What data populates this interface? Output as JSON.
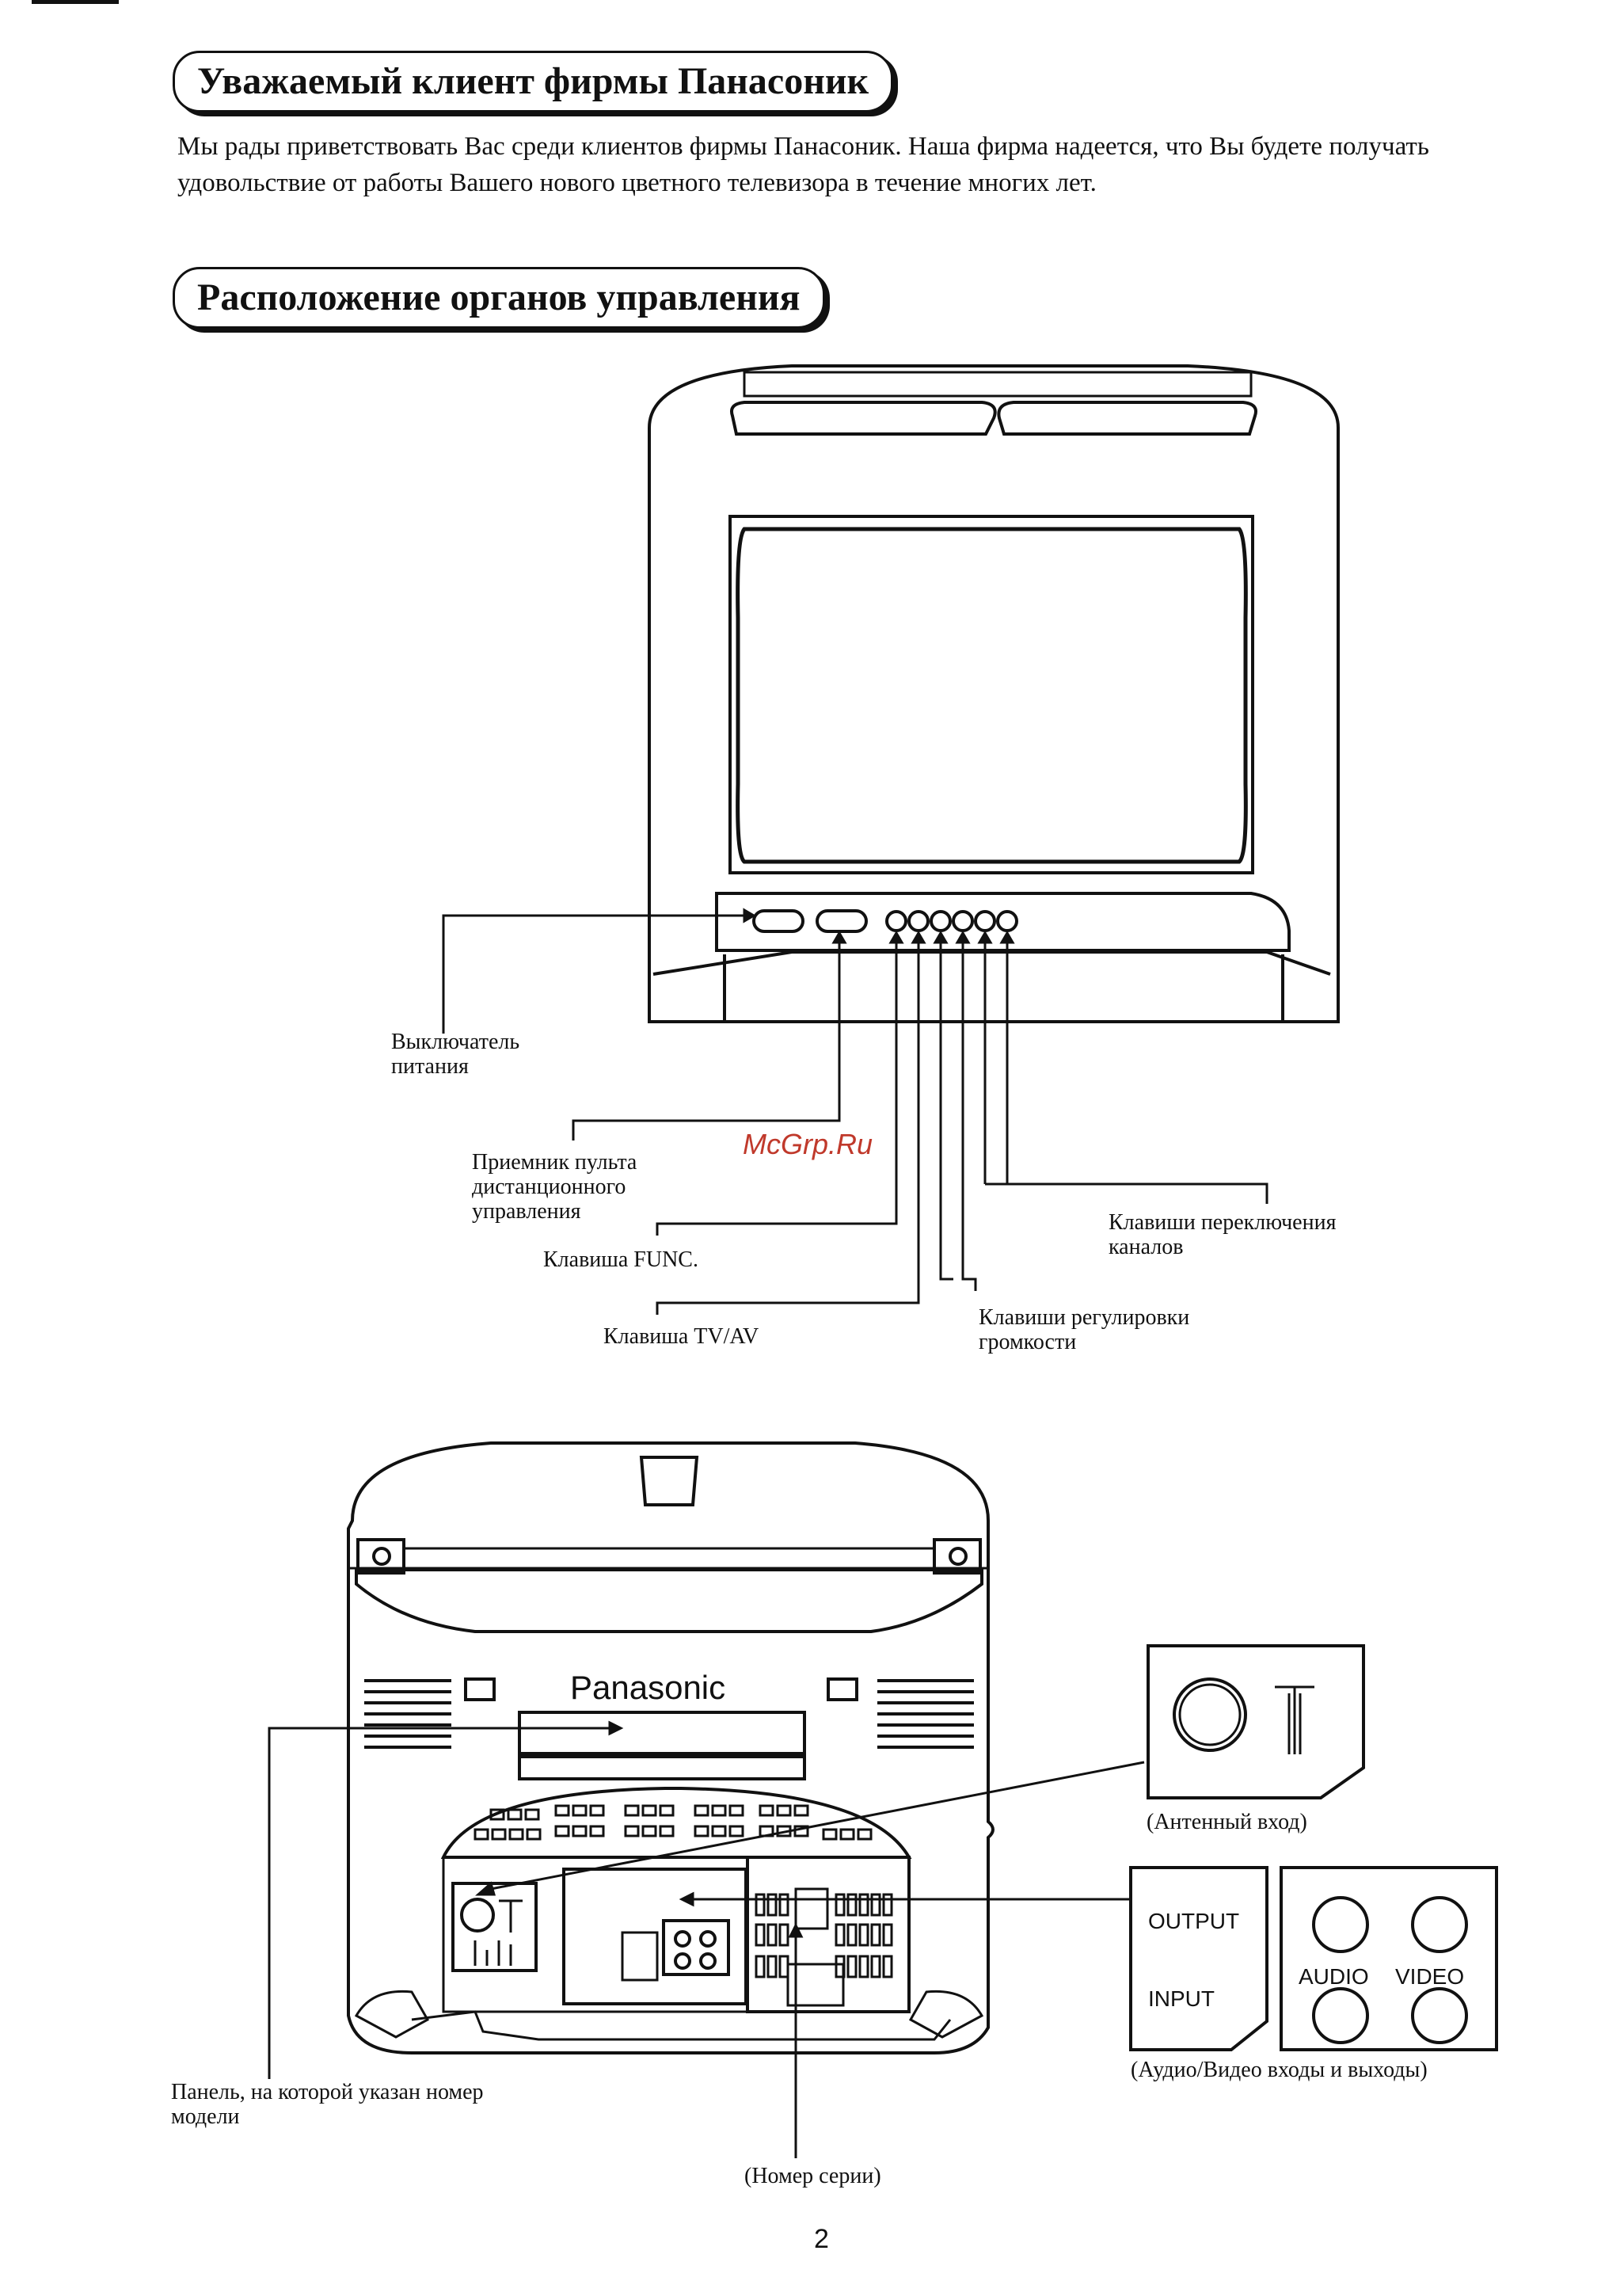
{
  "heading_welcome": "Уважаемый клиент фирмы Панасоник",
  "intro_text": "Мы рады приветствовать Вас среди клиентов фирмы Панасоник. Наша фирма надеется, что Вы будете получать удовольствие от работы Вашего нового цветного телевизора в течение многих лет.",
  "heading_controls": "Расположение органов управления",
  "front_labels": {
    "power_switch": "Выключатель питания",
    "remote_receiver": "Приемник пульта дистанционного управления",
    "func_key": "Клавиша FUNC.",
    "tvav_key": "Клавиша TV/AV",
    "channel_keys": "Клавиши переключения каналов",
    "volume_keys": "Клавиши регулировки громкости"
  },
  "rear": {
    "brand": "Panasonic",
    "antenna_caption": "(Антенный вход)",
    "av_output": "OUTPUT",
    "av_input": "INPUT",
    "av_audio": "AUDIO",
    "av_video": "VIDEO",
    "av_caption": "(Аудио/Видео входы и выходы)",
    "model_panel": "Панель, на которой указан номер модели",
    "serial_number": "(Номер серии)"
  },
  "watermark": "McGrp.Ru",
  "page_number": "2"
}
